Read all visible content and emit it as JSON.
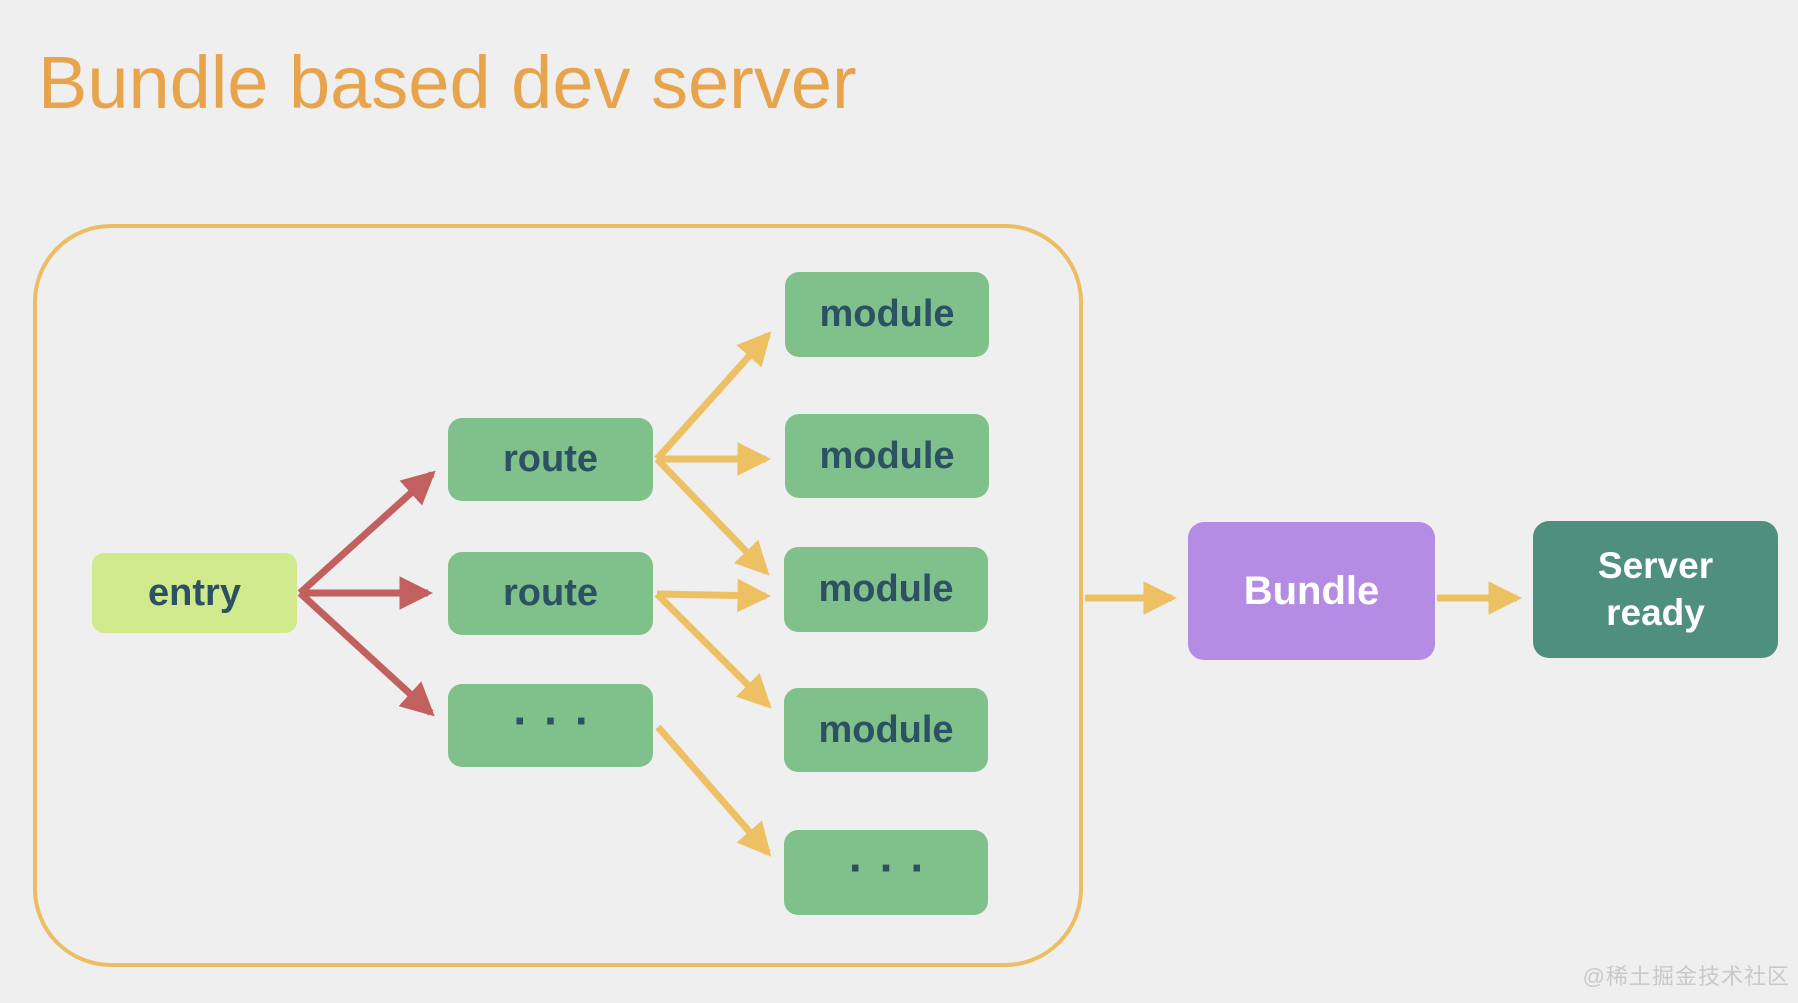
{
  "diagram": {
    "title": "Bundle based dev server",
    "watermark": "@稀土掘金技术社区",
    "nodes": {
      "entry": {
        "label": "entry"
      },
      "route_1": {
        "label": "route"
      },
      "route_2": {
        "label": "route"
      },
      "route_more": {
        "label": "..."
      },
      "module_1": {
        "label": "module"
      },
      "module_2": {
        "label": "module"
      },
      "module_3": {
        "label": "module"
      },
      "module_4": {
        "label": "module"
      },
      "module_more": {
        "label": "..."
      },
      "bundle": {
        "label": "Bundle"
      },
      "server_ready": {
        "label": "Server ready"
      }
    },
    "edges": [
      {
        "from": "entry",
        "to": "route-1",
        "color": "red"
      },
      {
        "from": "entry",
        "to": "route-2",
        "color": "red"
      },
      {
        "from": "entry",
        "to": "route-more",
        "color": "red"
      },
      {
        "from": "route-1",
        "to": "module-1",
        "color": "yellow"
      },
      {
        "from": "route-1",
        "to": "module-2",
        "color": "yellow"
      },
      {
        "from": "route-1",
        "to": "module-3",
        "color": "yellow"
      },
      {
        "from": "route-2",
        "to": "module-3",
        "color": "yellow"
      },
      {
        "from": "route-2",
        "to": "module-4",
        "color": "yellow"
      },
      {
        "from": "route-more",
        "to": "module-more",
        "color": "yellow"
      },
      {
        "from": "dev-server-boundary",
        "to": "bundle",
        "color": "yellow"
      },
      {
        "from": "bundle",
        "to": "server-ready",
        "color": "yellow"
      }
    ]
  },
  "colors": {
    "background": "#efefef",
    "title": "#e7a44d",
    "container_border": "#ecbd63",
    "arrow_yellow": "#eec064",
    "arrow_red": "#c2605f",
    "entry_fill": "#cfe98c",
    "node_green_fill": "#80c18b",
    "node_text": "#2b5162",
    "bundle_fill": "#b48ce3",
    "server_fill": "#4f8f7e",
    "light_text": "#ffffff",
    "watermark": "#c9c9c9"
  }
}
